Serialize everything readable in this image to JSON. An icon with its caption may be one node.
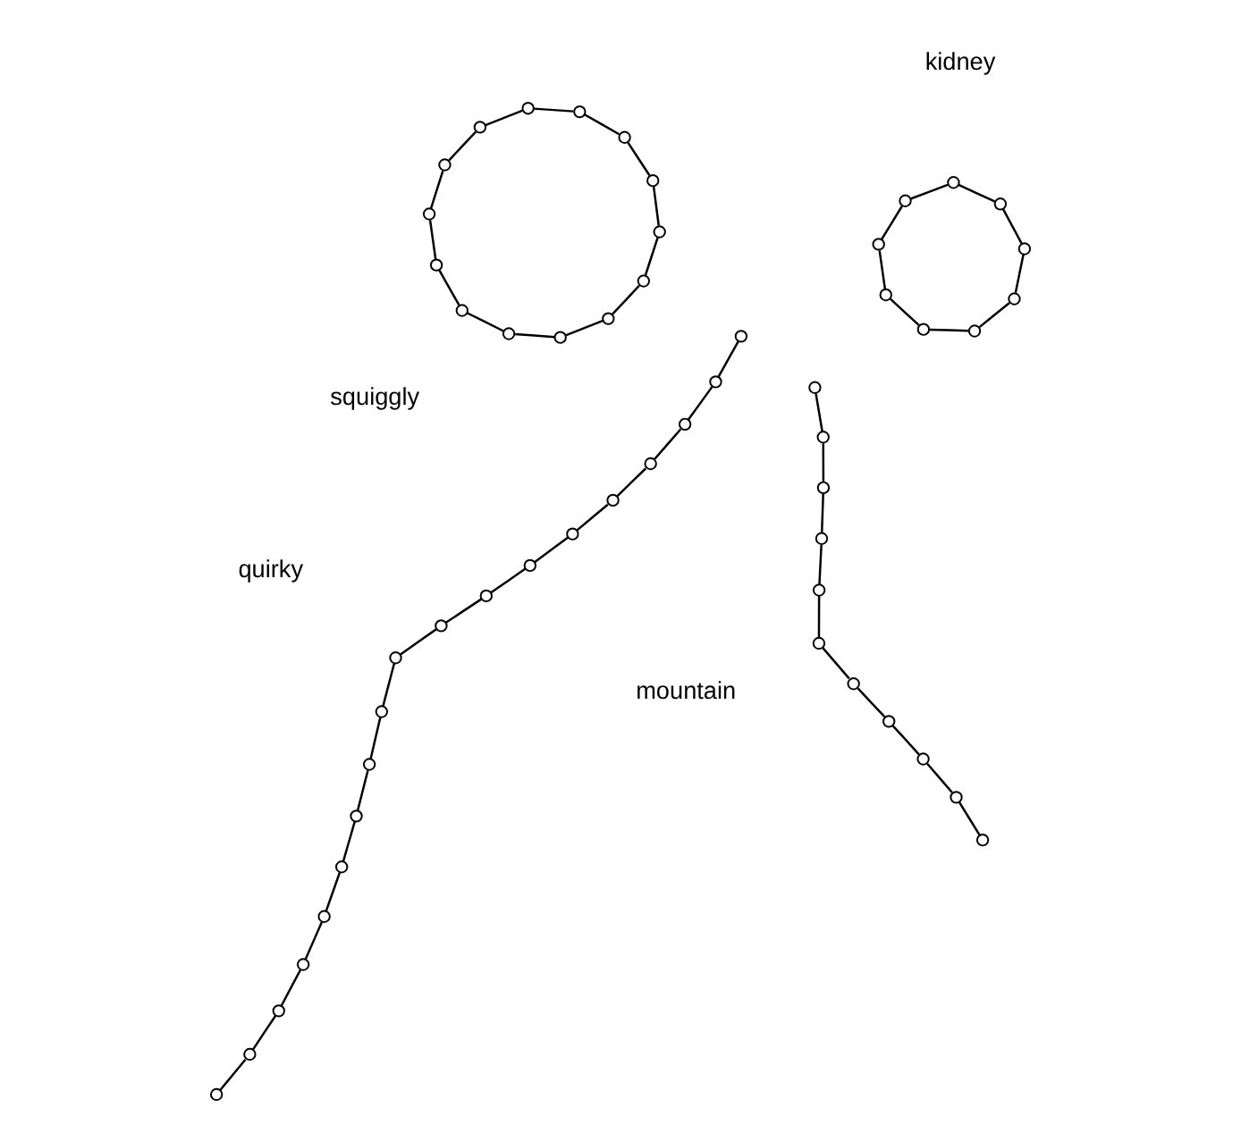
{
  "diagram": {
    "nodes": [
      {
        "text": [],
        "shape": "circle"
      },
      {
        "text": [],
        "shape": "circle"
      },
      {
        "text": [],
        "shape": "circle"
      },
      {
        "text": [],
        "shape": "circle"
      },
      {
        "text": [],
        "shape": "circle"
      },
      {
        "text": [],
        "shape": "circle"
      },
      {
        "text": [],
        "shape": "circle"
      },
      {
        "text": [],
        "shape": "circle"
      },
      {
        "text": [],
        "shape": "circle"
      },
      {
        "text": [],
        "shape": "circle"
      },
      {
        "text": [],
        "shape": "circle"
      },
      {
        "text": [],
        "shape": "circle"
      },
      {
        "text": [],
        "shape": "circle"
      },
      {
        "text": [],
        "shape": "circle"
      },
      {
        "text": [],
        "shape": "circle"
      },
      {
        "text": [],
        "shape": "circle"
      },
      {
        "text": [],
        "shape": "circle"
      },
      {
        "text": [],
        "shape": "circle"
      },
      {
        "text": [],
        "shape": "circle"
      },
      {
        "text": [],
        "shape": "circle"
      },
      {
        "text": [],
        "shape": "circle"
      },
      {
        "text": [],
        "shape": "circle"
      },
      {
        "text": [],
        "shape": "circle"
      },
      {
        "text": [],
        "shape": "circle"
      },
      {
        "text": [],
        "shape": "circle"
      },
      {
        "text": [],
        "shape": "circle"
      },
      {
        "text": [],
        "shape": "circle"
      },
      {
        "text": [],
        "shape": "circle"
      },
      {
        "text": [],
        "shape": "circle"
      },
      {
        "text": [],
        "shape": "circle"
      },
      {
        "text": [],
        "shape": "circle"
      },
      {
        "text": [],
        "shape": "circle"
      },
      {
        "text": [],
        "shape": "circle"
      },
      {
        "text": [],
        "shape": "circle"
      },
      {
        "text": [],
        "shape": "circle"
      },
      {
        "text": [],
        "shape": "circle"
      },
      {
        "text": [],
        "shape": "circle"
      },
      {
        "text": [],
        "shape": "circle"
      },
      {
        "text": [],
        "shape": "circle"
      },
      {
        "text": [],
        "shape": "circle"
      },
      {
        "text": [],
        "shape": "circle"
      },
      {
        "text": [],
        "shape": "circle"
      },
      {
        "text": [],
        "shape": "circle"
      },
      {
        "text": [],
        "shape": "circle"
      },
      {
        "text": [],
        "shape": "circle"
      },
      {
        "text": [],
        "shape": "circle"
      },
      {
        "text": [],
        "shape": "circle"
      },
      {
        "text": [],
        "shape": "circle"
      },
      {
        "text": [],
        "shape": "circle"
      },
      {
        "text": [],
        "shape": "circle"
      },
      {
        "text": [],
        "shape": "circle"
      },
      {
        "text": [],
        "shape": "circle"
      },
      {
        "text": [],
        "shape": "circle"
      }
    ],
    "edges": [
      {
        "from": 0,
        "to": 1,
        "arrow": "none"
      },
      {
        "from": 1,
        "to": 2,
        "arrow": "none"
      },
      {
        "from": 2,
        "to": 3,
        "arrow": "none"
      },
      {
        "from": 3,
        "to": 4,
        "arrow": "none"
      },
      {
        "from": 4,
        "to": 5,
        "arrow": "none"
      },
      {
        "from": 5,
        "to": 6,
        "arrow": "none"
      },
      {
        "from": 6,
        "to": 7,
        "arrow": "none"
      },
      {
        "from": 7,
        "to": 8,
        "arrow": "none"
      },
      {
        "from": 8,
        "to": 0,
        "arrow": "none"
      },
      {
        "from": 9,
        "to": 10,
        "arrow": "none"
      },
      {
        "from": 10,
        "to": 11,
        "arrow": "none"
      },
      {
        "from": 11,
        "to": 12,
        "arrow": "none"
      },
      {
        "from": 12,
        "to": 13,
        "arrow": "none"
      },
      {
        "from": 13,
        "to": 14,
        "arrow": "none"
      },
      {
        "from": 14,
        "to": 15,
        "arrow": "none"
      },
      {
        "from": 15,
        "to": 16,
        "arrow": "none"
      },
      {
        "from": 16,
        "to": 17,
        "arrow": "none"
      },
      {
        "from": 17,
        "to": 18,
        "arrow": "none"
      },
      {
        "from": 18,
        "to": 19,
        "arrow": "none"
      },
      {
        "from": 20,
        "to": 21,
        "arrow": "none"
      },
      {
        "from": 21,
        "to": 22,
        "arrow": "none"
      },
      {
        "from": 22,
        "to": 23,
        "arrow": "none"
      },
      {
        "from": 23,
        "to": 24,
        "arrow": "none"
      },
      {
        "from": 24,
        "to": 25,
        "arrow": "none"
      },
      {
        "from": 25,
        "to": 26,
        "arrow": "none"
      },
      {
        "from": 26,
        "to": 27,
        "arrow": "none"
      },
      {
        "from": 27,
        "to": 28,
        "arrow": "none"
      },
      {
        "from": 28,
        "to": 29,
        "arrow": "none"
      },
      {
        "from": 29,
        "to": 30,
        "arrow": "none"
      },
      {
        "from": 30,
        "to": 31,
        "arrow": "none"
      },
      {
        "from": 31,
        "to": 32,
        "arrow": "none"
      },
      {
        "from": 32,
        "to": 33,
        "arrow": "none"
      },
      {
        "from": 33,
        "to": 20,
        "arrow": "none"
      },
      {
        "from": 34,
        "to": 35,
        "arrow": "none"
      },
      {
        "from": 35,
        "to": 36,
        "arrow": "none"
      },
      {
        "from": 36,
        "to": 37,
        "arrow": "none"
      },
      {
        "from": 37,
        "to": 38,
        "arrow": "none"
      },
      {
        "from": 38,
        "to": 39,
        "arrow": "none"
      },
      {
        "from": 39,
        "to": 40,
        "arrow": "none"
      },
      {
        "from": 40,
        "to": 41,
        "arrow": "none"
      },
      {
        "from": 41,
        "to": 42,
        "arrow": "none"
      },
      {
        "from": 42,
        "to": 43,
        "arrow": "none"
      },
      {
        "from": 43,
        "to": 44,
        "arrow": "none"
      },
      {
        "from": 44,
        "to": 45,
        "arrow": "none"
      },
      {
        "from": 45,
        "to": 46,
        "arrow": "none"
      },
      {
        "from": 46,
        "to": 47,
        "arrow": "none"
      },
      {
        "from": 47,
        "to": 48,
        "arrow": "none"
      },
      {
        "from": 48,
        "to": 49,
        "arrow": "none"
      },
      {
        "from": 49,
        "to": 50,
        "arrow": "none"
      },
      {
        "from": 50,
        "to": 51,
        "arrow": "none"
      },
      {
        "from": 51,
        "to": 52,
        "arrow": "none"
      }
    ],
    "labels": [
      "kidney",
      "mountain",
      "squiggly",
      "quirky"
    ]
  }
}
